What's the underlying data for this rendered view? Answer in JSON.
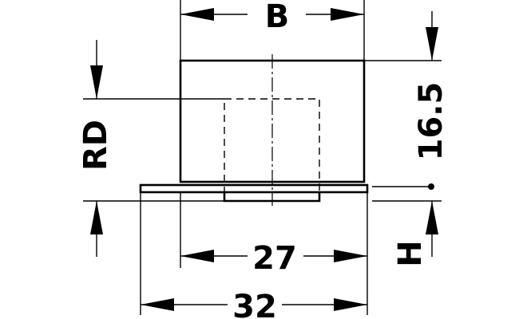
{
  "colors": {
    "ink": "#000000",
    "background": "#ffffff"
  },
  "dimensions": {
    "width_top": "B",
    "inner_width": "27",
    "outer_width": "32",
    "height_right": "16.5",
    "recess_depth": "RD",
    "flange_height": "H"
  }
}
